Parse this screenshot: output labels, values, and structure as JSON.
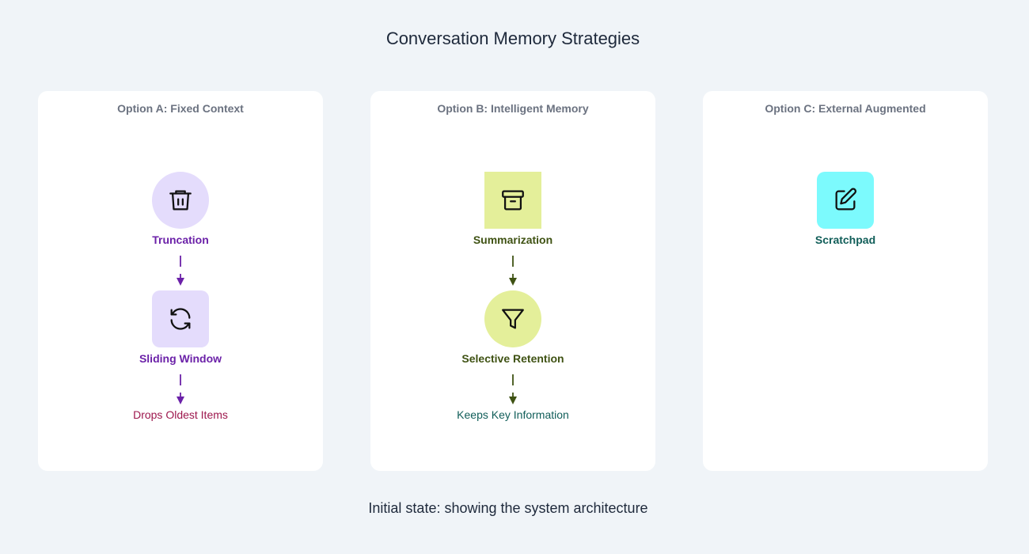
{
  "title": "Conversation Memory Strategies",
  "status": "Initial state: showing the system architecture",
  "panels": [
    {
      "title": "Option A: Fixed Context",
      "color": "#6b21a8",
      "nodes": [
        {
          "label": "Truncation",
          "icon": "trash-icon",
          "shape": "circle",
          "bg": "#e4dcfc"
        },
        {
          "label": "Sliding Window",
          "icon": "refresh-icon",
          "shape": "rounded",
          "bg": "#e4dcfc"
        }
      ],
      "outcome": {
        "label": "Drops Oldest Items",
        "color": "#9d174d"
      }
    },
    {
      "title": "Option B: Intelligent Memory",
      "color": "#3f5213",
      "nodes": [
        {
          "label": "Summarization",
          "icon": "archive-icon",
          "shape": "square",
          "bg": "#e4ef9a"
        },
        {
          "label": "Selective Retention",
          "icon": "filter-icon",
          "shape": "circle",
          "bg": "#e4ef9a"
        }
      ],
      "outcome": {
        "label": "Keeps Key Information",
        "color": "#115e59"
      }
    },
    {
      "title": "Option C: External Augmented",
      "color": "#115e59",
      "nodes": [
        {
          "label": "Scratchpad",
          "icon": "edit-icon",
          "shape": "rounded",
          "bg": "#7cfafd"
        }
      ]
    }
  ]
}
